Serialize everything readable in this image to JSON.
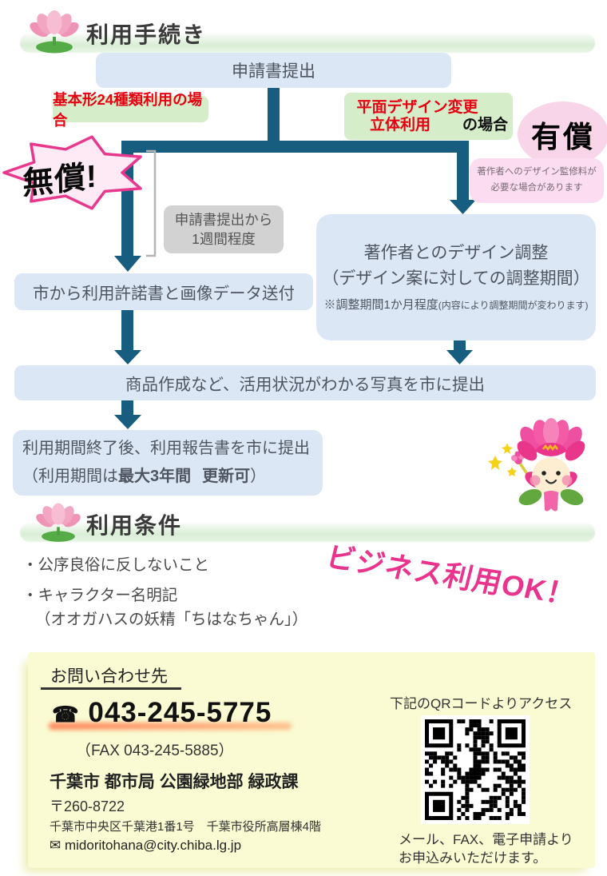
{
  "procedure": {
    "heading": "利用手続き",
    "submit_box": "申請書提出",
    "case_left": "基本形24種類利用の場合",
    "case_right_line1": "平面デザイン変更",
    "case_right_line2": "立体利用",
    "case_right_suffix": "の場合",
    "free_label": "無償!",
    "paid_label": "有償",
    "paid_note1": "著作者へのデザイン監修料が",
    "paid_note2": "必要な場合があります",
    "wait_note1": "申請書提出から",
    "wait_note2": "1週間程度",
    "license_box": "市から利用許諾書と画像データ送付",
    "design_line1": "著作者とのデザイン調整",
    "design_line2": "（デザイン案に対しての調整期間）",
    "design_note": "※調整期間1か月程度",
    "design_note_small": "(内容により調整期間が変わります)",
    "photo_box": "商品作成など、活用状況がわかる写真を市に提出",
    "report_line1": "利用期間終了後、利用報告書を市に提出",
    "report_l2_pre": "（利用期間は",
    "report_l2_bold1": "最大3年間",
    "report_l2_bold2": "更新可",
    "report_l2_post": "）"
  },
  "conditions": {
    "heading": "利用条件",
    "items": [
      "・公序良俗に反しないこと",
      "・キャラクター名明記",
      "（オオガハスの妖精「ちはなちゃん」）"
    ],
    "business_ok": "ビジネス利用OK！"
  },
  "contact": {
    "heading": "お問い合わせ先",
    "phone_icon": "☎",
    "phone": "043-245-5775",
    "fax": "（FAX 043-245-5885）",
    "department": "千葉市 都市局 公園緑地部 緑政課",
    "postal_code": "〒260-8722",
    "address": "千葉市中央区千葉港1番1号　千葉市役所高層棟4階",
    "email_icon": "✉",
    "email": "midoritohana@city.chiba.lg.jp"
  },
  "qr": {
    "caption_top": "下記のQRコードよりアクセス",
    "caption_bottom1": "メール、FAX、電子申請より",
    "caption_bottom2": "お申込みいただけます。"
  },
  "colors": {
    "teal": "#175d80",
    "flow_blue": "#dbe7f4",
    "label_green": "#d5eec9",
    "band_green": "#d9eed6",
    "red": "#e60012",
    "pink": "#e8388e",
    "pink_light": "#fdeaf5",
    "pink_note": "#fbdcf1",
    "yellow_bg": "#fafbd2",
    "gray_box": "#d2d2d2",
    "business_pink": "#ea338c",
    "glow_orange": "#ff6a3c"
  }
}
